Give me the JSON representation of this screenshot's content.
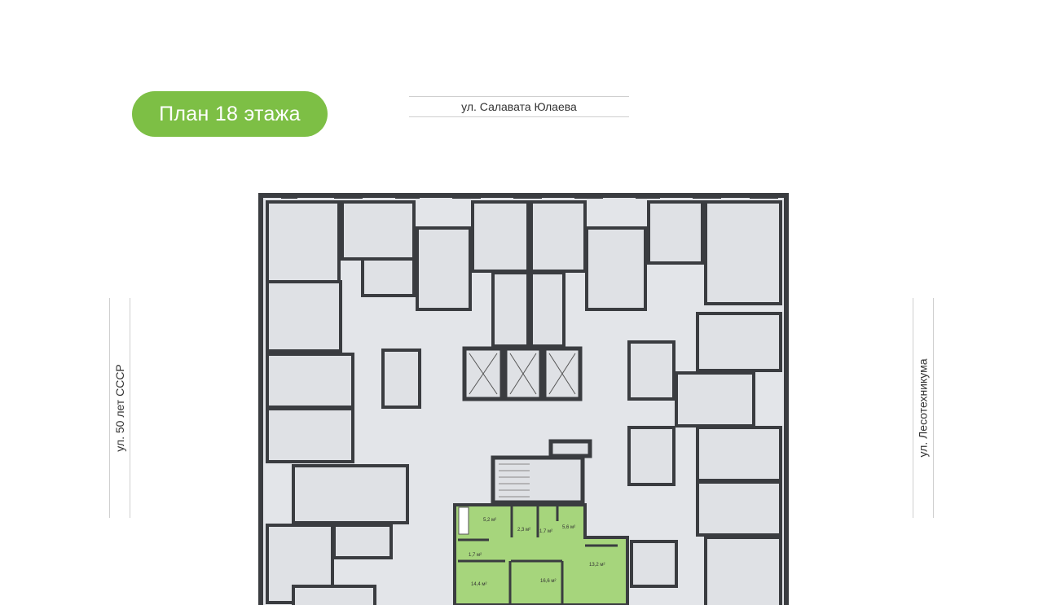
{
  "header": {
    "floor_plan_title": "План 18 этажа"
  },
  "streets": {
    "top": "ул. Салавата Юлаева",
    "left": "ул. 50 лет СССР",
    "right": "ул. Лесотехникума"
  },
  "apartment": {
    "highlight_color": "#a6d57c",
    "rooms": [
      {
        "name": "bathroom",
        "area": "5,2 м²"
      },
      {
        "name": "wc",
        "area": "2,3 м²"
      },
      {
        "name": "storage",
        "area": "1,7 м²"
      },
      {
        "name": "hall",
        "area": "5,6 м²"
      },
      {
        "name": "closet",
        "area": "1,7 м²"
      },
      {
        "name": "kitchen",
        "area": "13,2 м²"
      },
      {
        "name": "bedroom-1",
        "area": "14,4 м²"
      },
      {
        "name": "bedroom-2",
        "area": "16,6 м²"
      }
    ]
  }
}
